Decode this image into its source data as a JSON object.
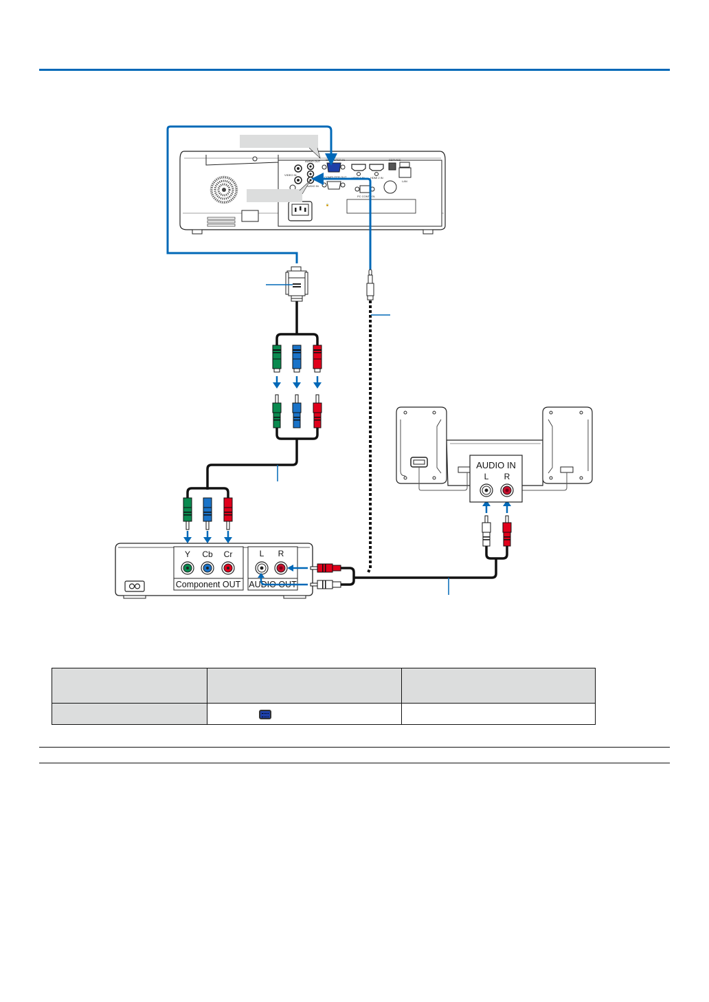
{
  "page": {
    "accent_color": "#0068b7"
  },
  "diagram": {
    "title": "Connecting a DVD player via Component output with audio to speakers",
    "projector": {
      "callout_top": "",
      "callout_bottom": "",
      "port_labels": {
        "computer_in": "COMPUTER IN",
        "computer_out": "COMPUTER OUT",
        "audio_out": "AUDIO OUT",
        "audio_in": "AUDIO IN",
        "video_in": "VIDEO IN",
        "hdmi1_in": "HDMI 1 IN",
        "hdmi2_in": "HDMI 2 IN",
        "lan": "LAN",
        "pc_control": "PC CONTROL",
        "service": "SERVICE"
      }
    },
    "vga_adapter_callout": "",
    "audio_cable_callout": "",
    "component_cable_callout": "",
    "rca_audio_cable_callout": "",
    "dvd_player": {
      "component_group_label": "Component OUT",
      "jack_labels": [
        "Y",
        "Cb",
        "Cr"
      ],
      "audio_group_label": "AUDIO OUT",
      "audio_jack_labels": [
        "L",
        "R"
      ]
    },
    "speakers": {
      "input_label": "AUDIO IN",
      "jack_labels": [
        "L",
        "R"
      ]
    },
    "colors": {
      "green": "#0a8a4f",
      "blue": "#1a73c8",
      "red": "#e0001b",
      "arrow_blue": "#0068b7",
      "callout_gray": "#dcdddd"
    }
  },
  "spec_table": {
    "header": [
      "",
      "",
      ""
    ],
    "rows": [
      {
        "cells": [
          "",
          "",
          ""
        ],
        "icon": "computer-in-port-icon"
      }
    ]
  }
}
